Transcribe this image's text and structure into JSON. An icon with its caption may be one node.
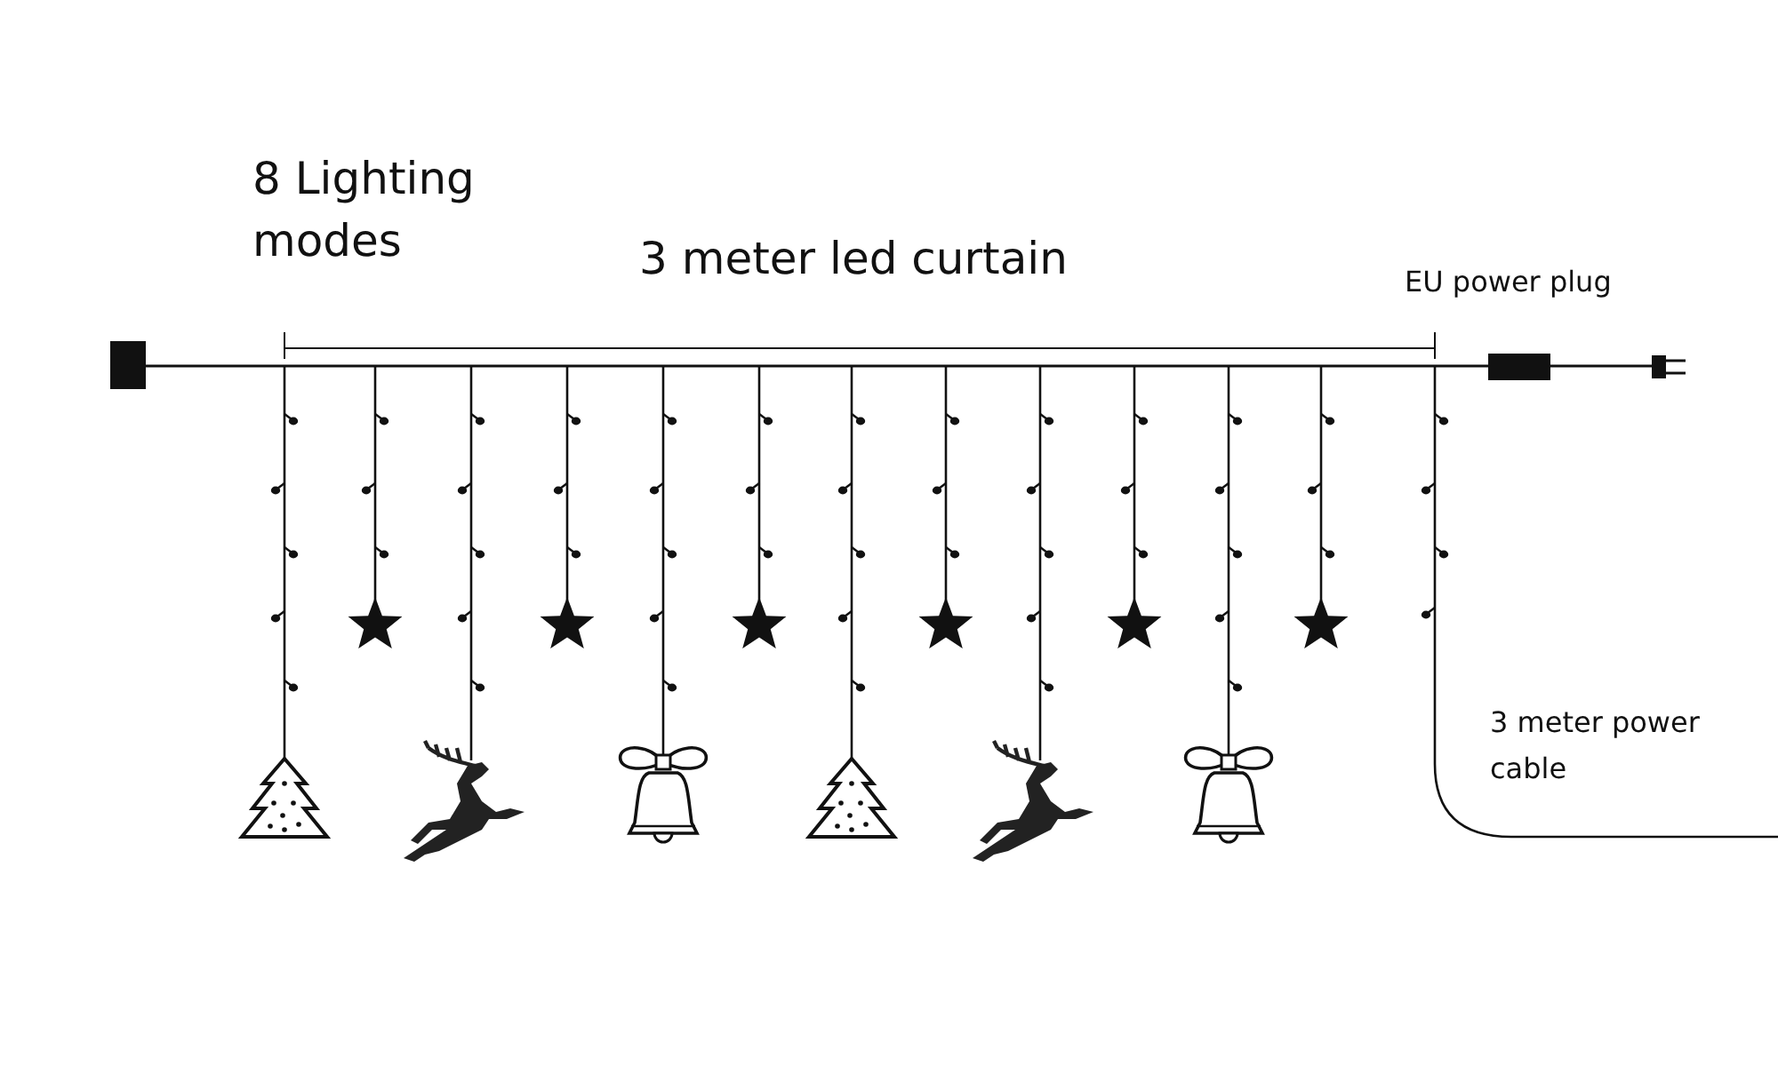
{
  "diagram": {
    "labels": [
      "8 Lighting modes",
      "3 meter led curtain",
      "EU power plug",
      "3 meter power cable"
    ]
  }
}
